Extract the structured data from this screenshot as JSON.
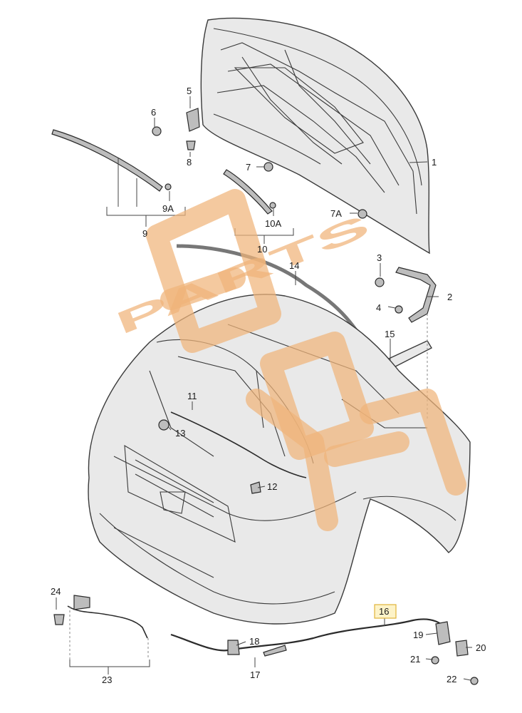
{
  "callouts": [
    {
      "id": "c1",
      "text": "1"
    },
    {
      "id": "c2",
      "text": "2"
    },
    {
      "id": "c3",
      "text": "3"
    },
    {
      "id": "c4",
      "text": "4"
    },
    {
      "id": "c5",
      "text": "5"
    },
    {
      "id": "c6",
      "text": "6"
    },
    {
      "id": "c7",
      "text": "7"
    },
    {
      "id": "c7A",
      "text": "7A"
    },
    {
      "id": "c8",
      "text": "8"
    },
    {
      "id": "c9",
      "text": "9"
    },
    {
      "id": "c9A",
      "text": "9A"
    },
    {
      "id": "c10",
      "text": "10"
    },
    {
      "id": "c10A",
      "text": "10A"
    },
    {
      "id": "c11",
      "text": "11"
    },
    {
      "id": "c12",
      "text": "12"
    },
    {
      "id": "c13",
      "text": "13"
    },
    {
      "id": "c14",
      "text": "14"
    },
    {
      "id": "c15",
      "text": "15"
    },
    {
      "id": "c16",
      "text": "16",
      "highlighted": true
    },
    {
      "id": "c17",
      "text": "17"
    },
    {
      "id": "c18",
      "text": "18"
    },
    {
      "id": "c19",
      "text": "19"
    },
    {
      "id": "c20",
      "text": "20"
    },
    {
      "id": "c21",
      "text": "21"
    },
    {
      "id": "c22",
      "text": "22"
    },
    {
      "id": "c23",
      "text": "23"
    },
    {
      "id": "c24",
      "text": "24"
    }
  ],
  "watermark": {
    "text": "PARTS",
    "color": "#f0b47a"
  },
  "colors": {
    "line": "#3a3a3a",
    "highlight_fill": "#fdf3c8",
    "highlight_stroke": "#e0b33a"
  }
}
